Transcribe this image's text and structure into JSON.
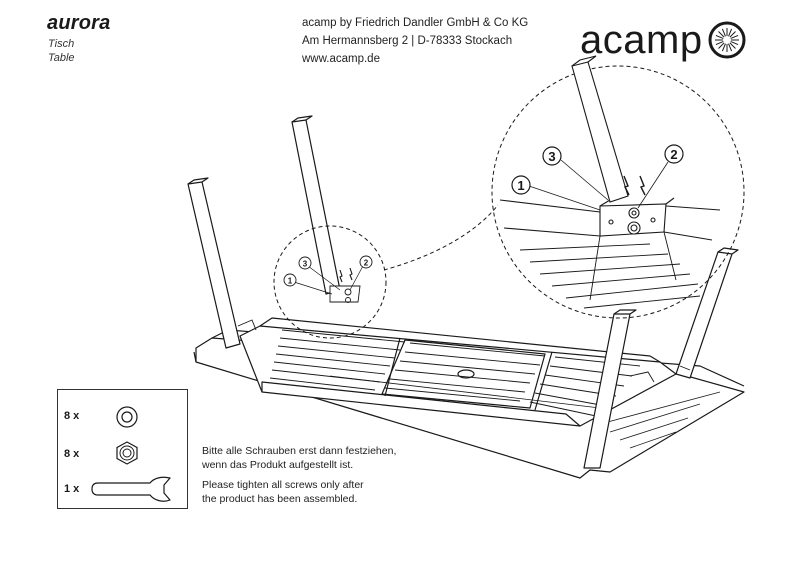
{
  "header": {
    "product_name": "aurora",
    "subtitle_de": "Tisch",
    "subtitle_en": "Table"
  },
  "company": {
    "line1": "acamp by Friedrich Dandler GmbH & Co KG",
    "line2": "Am Hermannsberg 2 | D-78333 Stockach",
    "line3": "www.acamp.de"
  },
  "logo": {
    "text": "acamp",
    "mark_icon": "sun-icon"
  },
  "callouts": {
    "one": "1",
    "two": "2",
    "three": "3"
  },
  "parts": [
    {
      "qty": "8 x",
      "icon": "washer-icon"
    },
    {
      "qty": "8 x",
      "icon": "hex-nut-icon"
    },
    {
      "qty": "1 x",
      "icon": "wrench-icon"
    }
  ],
  "notes": {
    "de_line1": "Bitte alle Schrauben erst dann festziehen,",
    "de_line2": "wenn das Produkt aufgestellt ist.",
    "en_line1": "Please tighten all screws only after",
    "en_line2": "the product has been assembled."
  },
  "colors": {
    "ink": "#1a1a1a",
    "paper": "#ffffff"
  }
}
